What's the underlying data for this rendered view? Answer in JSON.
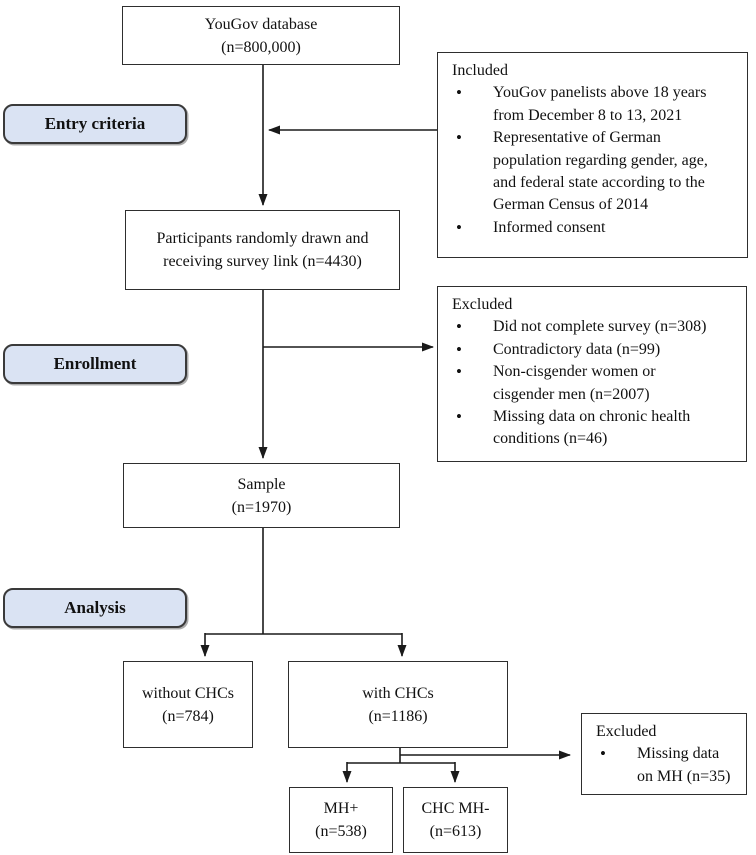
{
  "stages": {
    "entry": "Entry criteria",
    "enrollment": "Enrollment",
    "analysis": "Analysis"
  },
  "nodes": {
    "yougov": {
      "lines": [
        "YouGov database",
        "(n=800,000)"
      ]
    },
    "included": {
      "title": "Included",
      "bullets": [
        "YouGov panelists above 18 years\nfrom December 8 to 13, 2021",
        "Representative of German\npopulation regarding gender, age,\nand federal state according to the\nGerman Census of 2014",
        "Informed consent"
      ]
    },
    "participants": {
      "lines": [
        "Participants randomly drawn and",
        "receiving survey link (n=4430)"
      ]
    },
    "excluded_enrollment": {
      "title": "Excluded",
      "bullets": [
        "Did not complete survey (n=308)",
        "Contradictory data (n=99)",
        "Non-cisgender women or\ncisgender men (n=2007)",
        "Missing data on chronic health\nconditions (n=46)"
      ]
    },
    "sample": {
      "lines": [
        "Sample",
        "(n=1970)"
      ]
    },
    "without_chcs": {
      "lines": [
        "without CHCs",
        "(n=784)"
      ]
    },
    "with_chcs": {
      "lines": [
        "with CHCs",
        "(n=1186)"
      ]
    },
    "excluded_mh": {
      "title": "Excluded",
      "bullets": [
        "Missing data\non MH (n=35)"
      ]
    },
    "mh_plus": {
      "lines": [
        "MH+",
        "(n=538)"
      ]
    },
    "chc_mh_minus": {
      "lines": [
        "CHC MH-",
        "(n=613)"
      ]
    }
  },
  "colors": {
    "stage_fill": "#dae3f3",
    "stage_border": "#3a3a3a",
    "box_border": "#2e2e2e",
    "connector": "#1a1a1a",
    "background": "#ffffff"
  }
}
